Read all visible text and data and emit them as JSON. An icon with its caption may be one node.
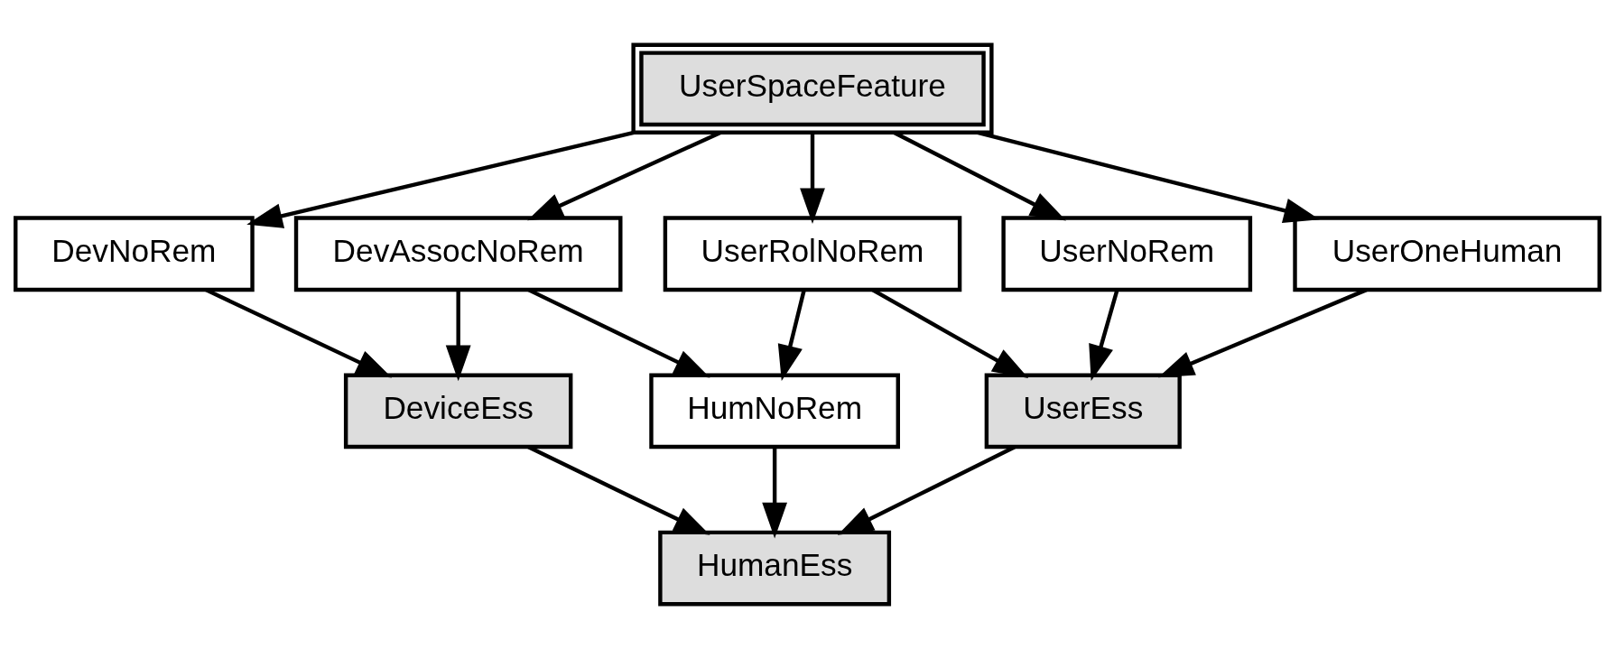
{
  "diagram": {
    "nodes": [
      {
        "text": [
          "UserSpaceFeature"
        ]
      },
      {
        "text": [
          "DevNoRem"
        ]
      },
      {
        "text": [
          "DevAssocNoRem"
        ]
      },
      {
        "text": [
          "UserRolNoRem"
        ]
      },
      {
        "text": [
          "UserNoRem"
        ]
      },
      {
        "text": [
          "UserOneHuman"
        ]
      },
      {
        "text": [
          "DeviceEss"
        ]
      },
      {
        "text": [
          "HumNoRem"
        ]
      },
      {
        "text": [
          "UserEss"
        ]
      },
      {
        "text": [
          "HumanEss"
        ]
      }
    ],
    "edges": [
      {
        "from": 0,
        "to": 1,
        "arrow": "to"
      },
      {
        "from": 0,
        "to": 2,
        "arrow": "to"
      },
      {
        "from": 0,
        "to": 3,
        "arrow": "to"
      },
      {
        "from": 0,
        "to": 4,
        "arrow": "to"
      },
      {
        "from": 0,
        "to": 5,
        "arrow": "to"
      },
      {
        "from": 1,
        "to": 6,
        "arrow": "to"
      },
      {
        "from": 2,
        "to": 6,
        "arrow": "to"
      },
      {
        "from": 2,
        "to": 7,
        "arrow": "to"
      },
      {
        "from": 3,
        "to": 7,
        "arrow": "to"
      },
      {
        "from": 3,
        "to": 8,
        "arrow": "to"
      },
      {
        "from": 4,
        "to": 8,
        "arrow": "to"
      },
      {
        "from": 5,
        "to": 8,
        "arrow": "to"
      },
      {
        "from": 6,
        "to": 9,
        "arrow": "to"
      },
      {
        "from": 7,
        "to": 9,
        "arrow": "to"
      },
      {
        "from": 8,
        "to": 9,
        "arrow": "to"
      }
    ]
  }
}
